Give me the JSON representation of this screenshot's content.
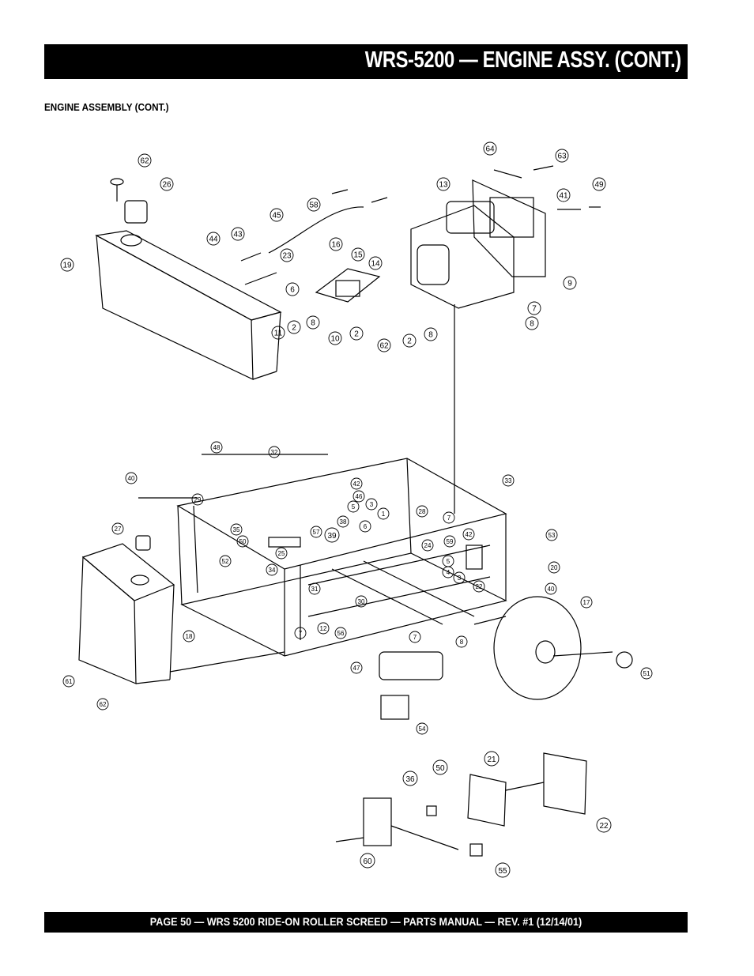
{
  "header": {
    "title": "WRS-5200 — ENGINE ASSY. (CONT.)"
  },
  "section": {
    "label": "ENGINE ASSEMBLY (CONT.)"
  },
  "footer": {
    "text": "PAGE 50 — WRS 5200 RIDE-ON ROLLER SCREED — PARTS MANUAL — REV. #1 (12/14/01)"
  },
  "callouts": [
    "62",
    "26",
    "19",
    "45",
    "58",
    "44",
    "43",
    "23",
    "16",
    "15",
    "14",
    "6",
    "11",
    "2",
    "8",
    "10",
    "2",
    "62",
    "2",
    "8",
    "64",
    "63",
    "13",
    "41",
    "49",
    "9",
    "7",
    "8",
    "48",
    "32",
    "40",
    "33",
    "29",
    "42",
    "46",
    "5",
    "3",
    "1",
    "27",
    "35",
    "57",
    "38",
    "6",
    "28",
    "7",
    "50",
    "25",
    "53",
    "52",
    "34",
    "39",
    "24",
    "59",
    "5",
    "4",
    "3",
    "42",
    "22",
    "20",
    "40",
    "31",
    "30",
    "7",
    "12",
    "56",
    "17",
    "7",
    "8",
    "51",
    "47",
    "18",
    "61",
    "62",
    "54",
    "50",
    "21",
    "36",
    "22",
    "60",
    "55"
  ]
}
